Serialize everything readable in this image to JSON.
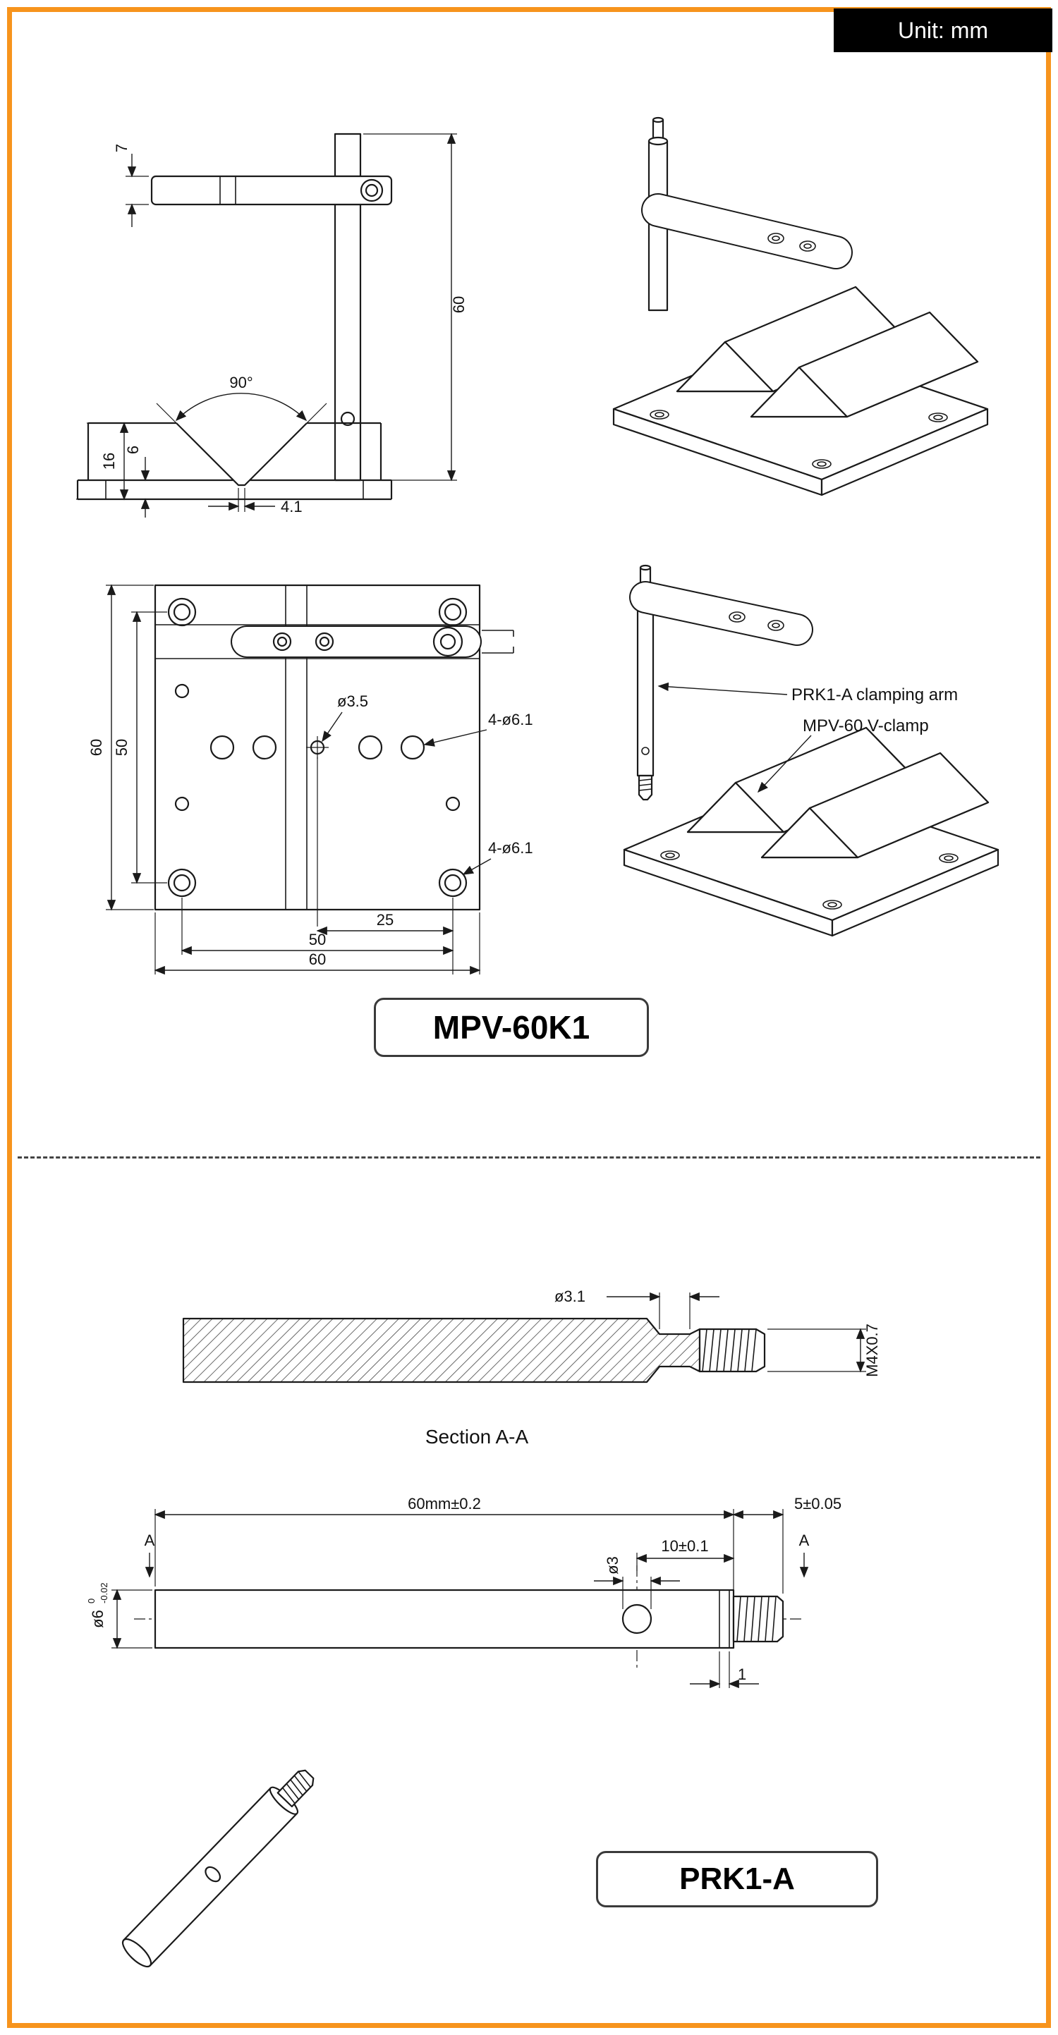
{
  "header": {
    "unit_label": "Unit: mm"
  },
  "colors": {
    "accent_border": "#F7941D",
    "unit_box_bg": "#000000",
    "line": "#1a1a1a"
  },
  "front_view": {
    "dim_arm_thickness": "7",
    "dim_rod_length": "60",
    "dim_v_angle": "90°",
    "dim_base_height": "16",
    "dim_base_step": "6",
    "dim_v_flat": "4.1"
  },
  "plan_view": {
    "dim_width": "60",
    "dim_hole_spacing_v": "50",
    "dim_center_hole": "ø3.5",
    "note_mid_holes": "4-ø6.1",
    "note_corner_holes": "4-ø6.1",
    "dim_center_to_holes": "25",
    "dim_hole_spacing_h": "50",
    "dim_length": "60"
  },
  "exploded_view": {
    "label_clamping_arm": "PRK1-A clamping arm",
    "label_v_clamp": "MPV-60 V-clamp"
  },
  "product_labels": {
    "assembly": "MPV-60K1",
    "arm": "PRK1-A"
  },
  "section_view": {
    "title": "Section A-A",
    "dim_neck_dia": "ø3.1",
    "dim_thread": "M4X0.7"
  },
  "side_view": {
    "dim_length": "60mm±0.2",
    "dim_thread_length": "5±0.05",
    "dim_hole_offset": "10±0.1",
    "dim_hole_dia": "ø3",
    "dim_shaft_dia": "ø6",
    "dim_shaft_tol_upper": "0",
    "dim_shaft_tol_lower": "-0.02",
    "dim_groove": "1",
    "section_marker_left": "A",
    "section_marker_right": "A"
  }
}
